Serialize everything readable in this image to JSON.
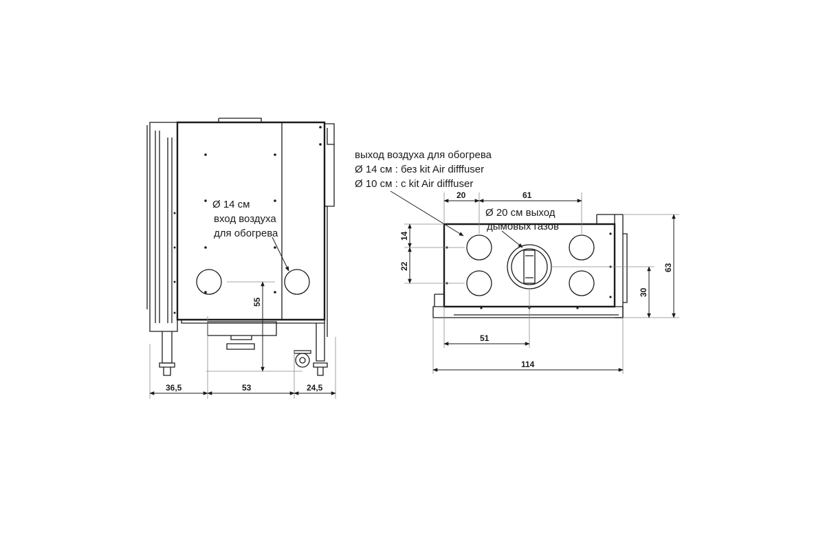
{
  "front_view": {
    "inlet_note": {
      "line1": "Ø 14 см",
      "line2": "вход воздуха",
      "line3": "для обогрева"
    },
    "dims": {
      "left_offset": "36,5",
      "center_span": "53",
      "right_offset": "24,5",
      "inlet_height": "55"
    }
  },
  "top_view": {
    "outlet_note": {
      "line1": "выход воздуха для обогрева",
      "line2": "Ø 14 см : без kit Air difffuser",
      "line3": "Ø 10 см : с kit Air difffuser"
    },
    "flue_note": {
      "line1": "Ø 20 см выход",
      "line2": "дымовых газов"
    },
    "dims": {
      "top_left": "20",
      "top_right": "61",
      "left_upper": "14",
      "left_lower": "22",
      "right_inner": "30",
      "right_outer": "63",
      "bottom_inner": "51",
      "bottom_overall": "114"
    }
  }
}
